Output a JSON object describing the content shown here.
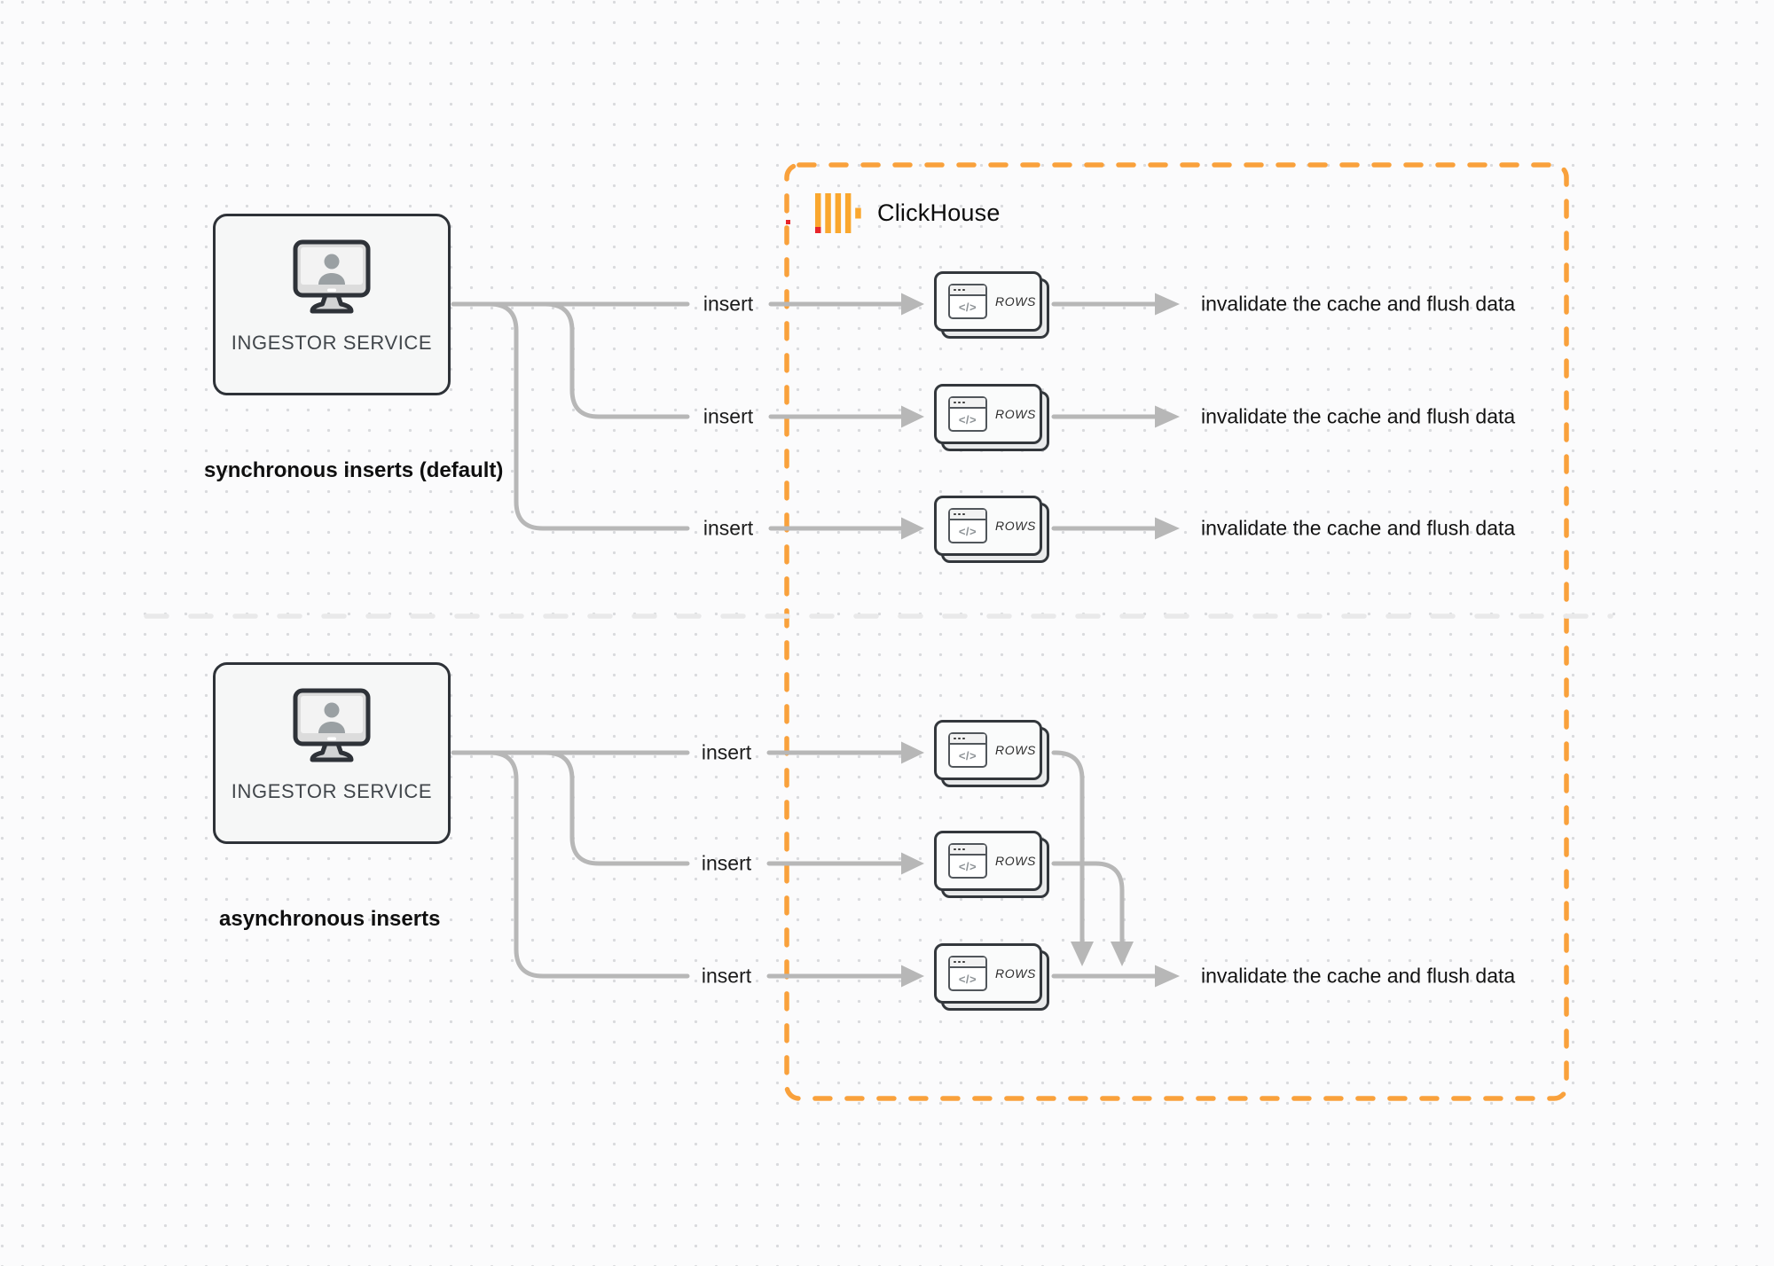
{
  "clickhouse": {
    "label": "ClickHouse"
  },
  "sync": {
    "service_label": "INGESTOR SERVICE",
    "caption": "synchronous inserts (default)",
    "rows": [
      {
        "insert_label": "insert",
        "node_label": "ROWS",
        "result_label": "invalidate the cache and flush data"
      },
      {
        "insert_label": "insert",
        "node_label": "ROWS",
        "result_label": "invalidate the cache and flush data"
      },
      {
        "insert_label": "insert",
        "node_label": "ROWS",
        "result_label": "invalidate the cache and flush data"
      }
    ]
  },
  "async": {
    "service_label": "INGESTOR SERVICE",
    "caption": "asynchronous inserts",
    "rows": [
      {
        "insert_label": "insert",
        "node_label": "ROWS"
      },
      {
        "insert_label": "insert",
        "node_label": "ROWS"
      },
      {
        "insert_label": "insert",
        "node_label": "ROWS"
      }
    ],
    "result_label": "invalidate the cache and flush data"
  },
  "icons": {
    "code_glyph": "</>"
  },
  "colors": {
    "accent_orange": "#F9A13C",
    "logo_yellow": "#FAA72E",
    "logo_red": "#E8252B",
    "line_gray": "#B7B7B7",
    "divider_gray": "#E9E9EA"
  }
}
